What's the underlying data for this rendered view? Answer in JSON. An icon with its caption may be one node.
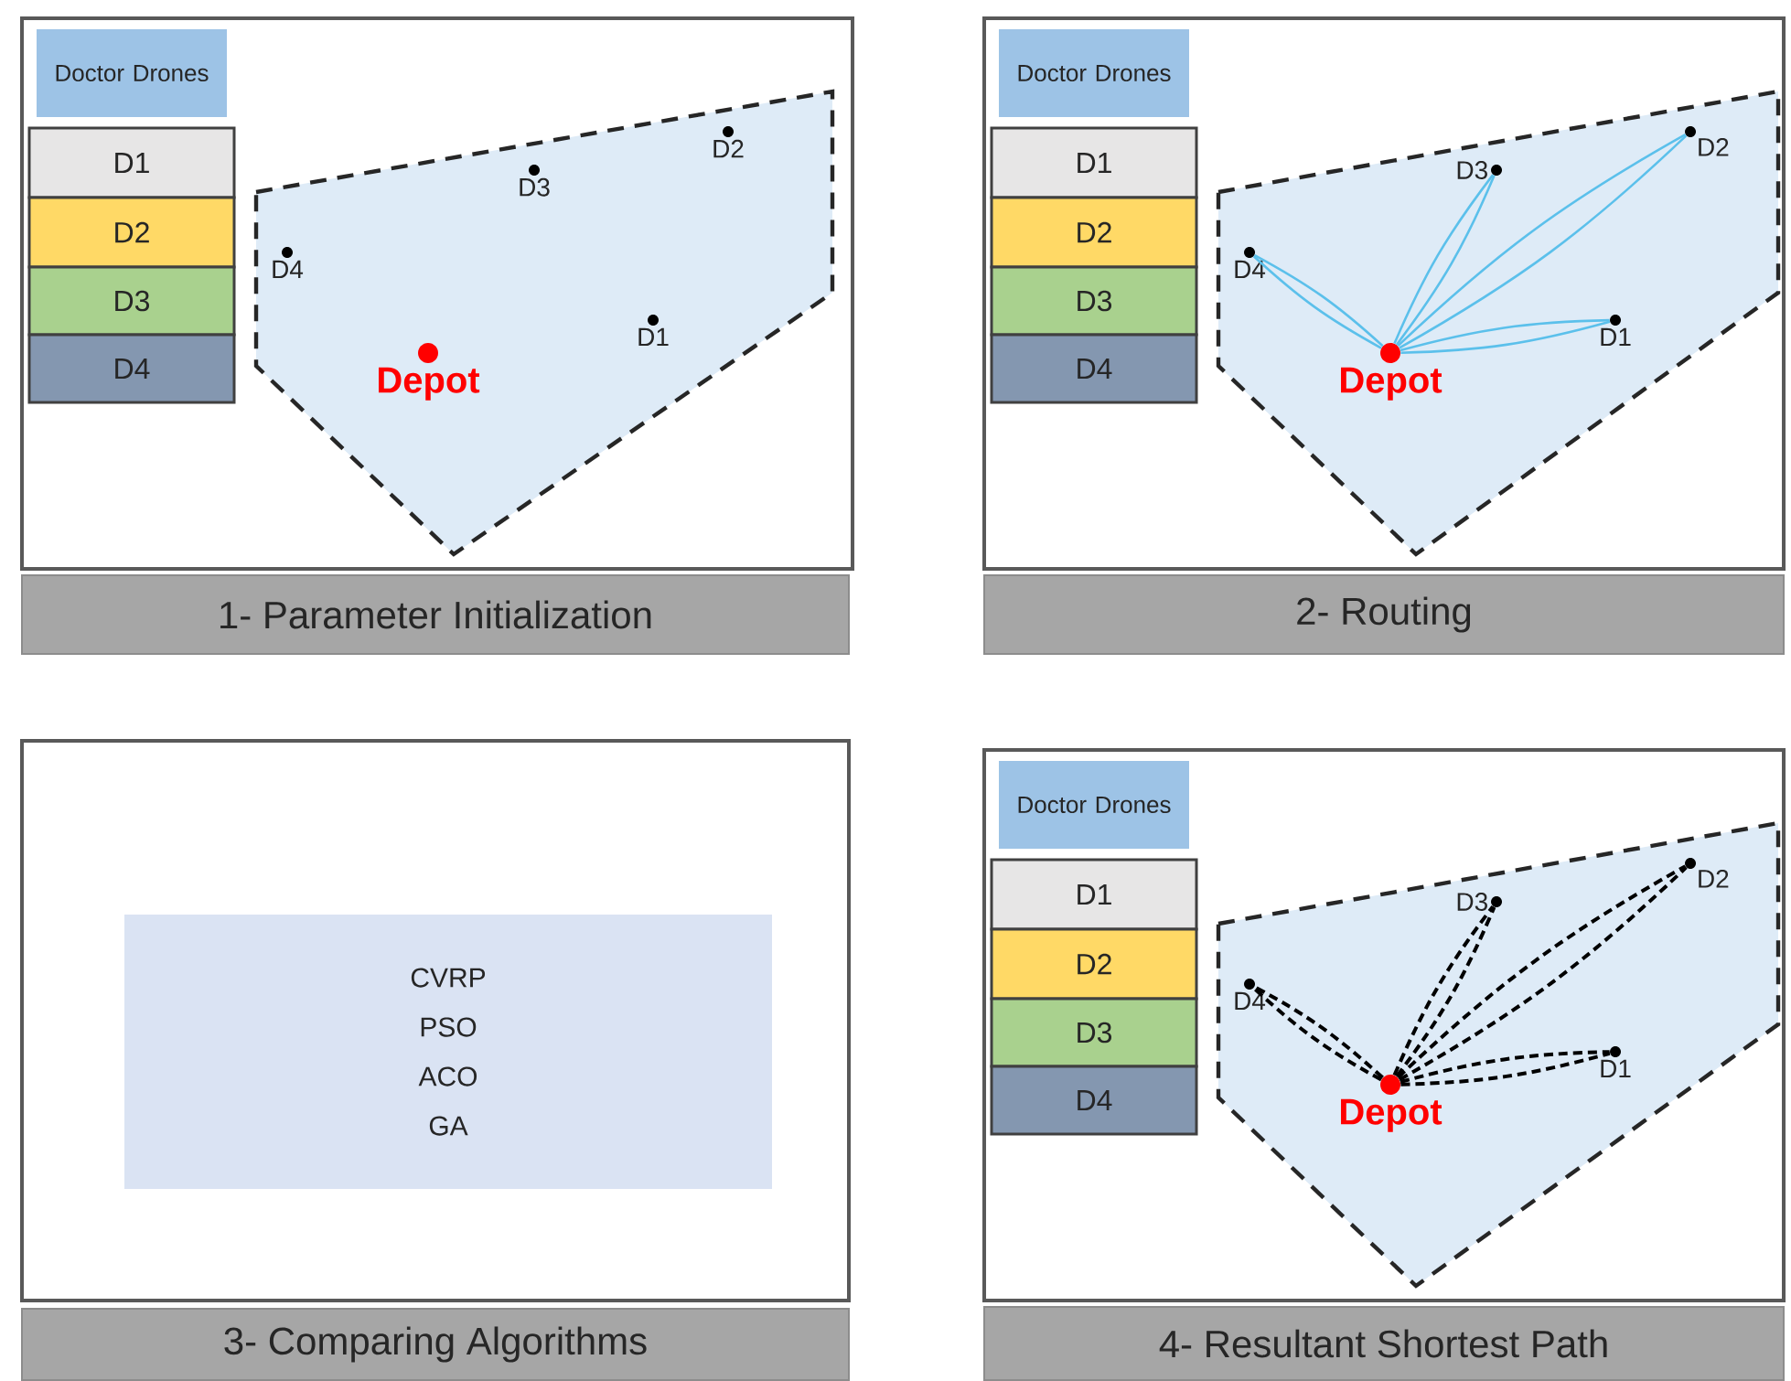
{
  "diagram": {
    "nodes": [
      {
        "text": [],
        "shape": "box"
      },
      {
        "text": [
          "Doctor Drones"
        ],
        "in": 0
      },
      {
        "text": [
          "D1"
        ],
        "in": 0
      },
      {
        "text": [
          "D2"
        ],
        "in": 0
      },
      {
        "text": [
          "D3"
        ],
        "in": 0
      },
      {
        "text": [
          "D4"
        ],
        "in": 0
      },
      {
        "text": [],
        "shape": "polygon",
        "in": 0
      },
      {
        "text": [
          "D2"
        ],
        "in": 6
      },
      {
        "text": [
          "D3"
        ],
        "in": 6
      },
      {
        "text": [
          "D4"
        ],
        "in": 6
      },
      {
        "text": [
          "D1"
        ],
        "in": 6
      },
      {
        "text": [
          "Depot"
        ],
        "in": 6
      },
      {
        "text": [
          "1- Parameter Initialization"
        ]
      },
      {
        "text": [],
        "shape": "box"
      },
      {
        "text": [
          "Doctor Drones"
        ],
        "in": 13
      },
      {
        "text": [
          "D1"
        ],
        "in": 13
      },
      {
        "text": [
          "D2"
        ],
        "in": 13
      },
      {
        "text": [
          "D3"
        ],
        "in": 13
      },
      {
        "text": [
          "D4"
        ],
        "in": 13
      },
      {
        "text": [],
        "shape": "polygon",
        "in": 13
      },
      {
        "text": [
          "D2"
        ],
        "in": 19
      },
      {
        "text": [
          "D3"
        ],
        "in": 19
      },
      {
        "text": [
          "D4"
        ],
        "in": 19
      },
      {
        "text": [
          "D1"
        ],
        "in": 19
      },
      {
        "text": [
          "Depot"
        ],
        "in": 19
      },
      {
        "text": [
          "2- Routing"
        ]
      },
      {
        "text": [],
        "shape": "box"
      },
      {
        "text": [
          "CVRP",
          "PSO",
          "ACO",
          "GA"
        ],
        "in": 26
      },
      {
        "text": [
          "3- Comparing Algorithms"
        ]
      },
      {
        "text": [],
        "shape": "box"
      },
      {
        "text": [
          "Doctor Drones"
        ],
        "in": 29
      },
      {
        "text": [
          "D1"
        ],
        "in": 29
      },
      {
        "text": [
          "D2"
        ],
        "in": 29
      },
      {
        "text": [
          "D3"
        ],
        "in": 29
      },
      {
        "text": [
          "D4"
        ],
        "in": 29
      },
      {
        "text": [],
        "shape": "polygon",
        "in": 29
      },
      {
        "text": [
          "D2"
        ],
        "in": 35
      },
      {
        "text": [
          "D3"
        ],
        "in": 35
      },
      {
        "text": [
          "D4"
        ],
        "in": 35
      },
      {
        "text": [
          "D1"
        ],
        "in": 35
      },
      {
        "text": [
          "Depot"
        ],
        "in": 35
      },
      {
        "text": [
          "4- Resultant Shortest Path"
        ]
      }
    ],
    "edges": [
      {
        "from": 24,
        "to": 22,
        "arrow": "none",
        "color": "#5bc0eb"
      },
      {
        "from": 24,
        "to": 22,
        "arrow": "none",
        "color": "#5bc0eb"
      },
      {
        "from": 24,
        "to": 21,
        "arrow": "none",
        "color": "#5bc0eb"
      },
      {
        "from": 24,
        "to": 21,
        "arrow": "none",
        "color": "#5bc0eb"
      },
      {
        "from": 24,
        "to": 20,
        "arrow": "none",
        "color": "#5bc0eb"
      },
      {
        "from": 24,
        "to": 20,
        "arrow": "none",
        "color": "#5bc0eb"
      },
      {
        "from": 24,
        "to": 23,
        "arrow": "none",
        "color": "#5bc0eb"
      },
      {
        "from": 24,
        "to": 23,
        "arrow": "none",
        "color": "#5bc0eb"
      },
      {
        "from": 40,
        "to": 38,
        "arrow": "none",
        "style": "dashed",
        "color": "#000000"
      },
      {
        "from": 40,
        "to": 38,
        "arrow": "none",
        "style": "dashed",
        "color": "#000000"
      },
      {
        "from": 40,
        "to": 37,
        "arrow": "none",
        "style": "dashed",
        "color": "#000000"
      },
      {
        "from": 40,
        "to": 37,
        "arrow": "none",
        "style": "dashed",
        "color": "#000000"
      },
      {
        "from": 40,
        "to": 36,
        "arrow": "none",
        "style": "dashed",
        "color": "#000000"
      },
      {
        "from": 40,
        "to": 36,
        "arrow": "none",
        "style": "dashed",
        "color": "#000000"
      },
      {
        "from": 40,
        "to": 39,
        "arrow": "none",
        "style": "dashed",
        "color": "#000000"
      },
      {
        "from": 40,
        "to": 39,
        "arrow": "none",
        "style": "dashed",
        "color": "#000000"
      }
    ]
  }
}
